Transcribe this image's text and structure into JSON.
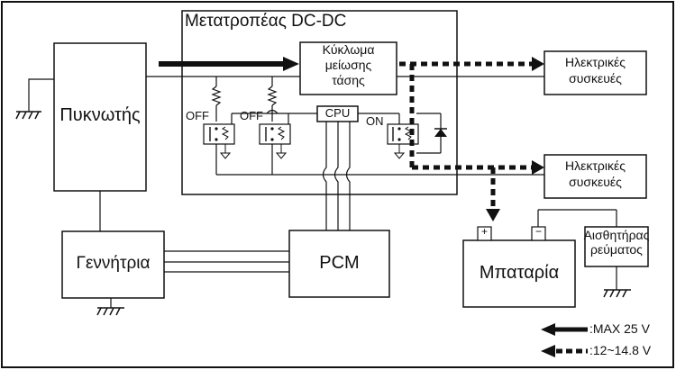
{
  "converter": {
    "title": "Μετατροπέας DC-DC"
  },
  "blocks": {
    "condenser": "Πυκνωτής",
    "generator": "Γεννήτρια",
    "pcm": "PCM",
    "battery": "Μπαταρία",
    "current_sensor": [
      "Αισθητήρας",
      "ρεύματος"
    ],
    "step_down": [
      "Κύκλωμα",
      "μείωσης",
      "τάσης"
    ],
    "cpu": "CPU",
    "devices_top": [
      "Ηλεκτρικές",
      "συσκευές"
    ],
    "devices_bottom": [
      "Ηλεκτρικές",
      "συσκευές"
    ]
  },
  "switches": {
    "left": "OFF",
    "middle": "OFF",
    "right": "ON"
  },
  "terminals": {
    "positive": "+",
    "negative": "−"
  },
  "legend": {
    "solid": ":MAX 25 V",
    "dashed": ":12~14.8 V"
  }
}
